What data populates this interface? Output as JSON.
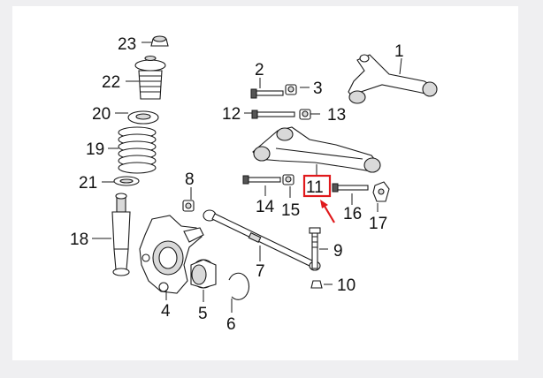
{
  "diagram": {
    "background": "#ffffff",
    "highlight_color": "#e0191c",
    "highlighted_callout": "11",
    "callouts": {
      "c1": "1",
      "c2": "2",
      "c3": "3",
      "c4": "4",
      "c5": "5",
      "c6": "6",
      "c7": "7",
      "c8": "8",
      "c9": "9",
      "c10": "10",
      "c11": "11",
      "c12": "12",
      "c13": "13",
      "c14": "14",
      "c15": "15",
      "c16": "16",
      "c17": "17",
      "c18": "18",
      "c19": "19",
      "c20": "20",
      "c21": "21",
      "c22": "22",
      "c23": "23"
    }
  }
}
